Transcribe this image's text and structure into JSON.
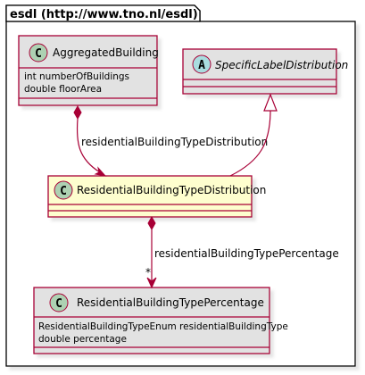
{
  "package": {
    "title": "esdl (http://www.tno.nl/esdl)"
  },
  "classes": {
    "aggregated_building": {
      "name": "AggregatedBuilding",
      "stereotype_letter": "C",
      "abstract": false,
      "fill_color": "#e2e2e2",
      "attributes": [
        "int numberOfBuildings",
        "double floorArea"
      ]
    },
    "specific_label_distribution": {
      "name": "SpecificLabelDistribution",
      "stereotype_letter": "A",
      "abstract": true,
      "fill_color": "#e2e2e2",
      "attributes": []
    },
    "residential_building_type_distribution": {
      "name": "ResidentialBuildingTypeDistribution",
      "stereotype_letter": "C",
      "abstract": false,
      "fill_color": "#fefece",
      "attributes": []
    },
    "residential_building_type_percentage": {
      "name": "ResidentialBuildingTypePercentage",
      "stereotype_letter": "C",
      "abstract": false,
      "fill_color": "#e2e2e2",
      "attributes": [
        "ResidentialBuildingTypeEnum residentialBuildingType",
        "double percentage"
      ]
    }
  },
  "relations": {
    "composition_distribution": {
      "type": "composition",
      "label": "residentialBuildingTypeDistribution"
    },
    "generalization": {
      "type": "inheritance"
    },
    "composition_percentage": {
      "type": "composition",
      "label": "residentialBuildingTypePercentage",
      "multiplicity": "*"
    }
  },
  "colors": {
    "border": "#a80036",
    "class_icon_fill": "#add1b2",
    "abstract_icon_fill": "#a9dcdf",
    "package_fill": "#ffffff",
    "shadow": "#b0b0b0"
  }
}
